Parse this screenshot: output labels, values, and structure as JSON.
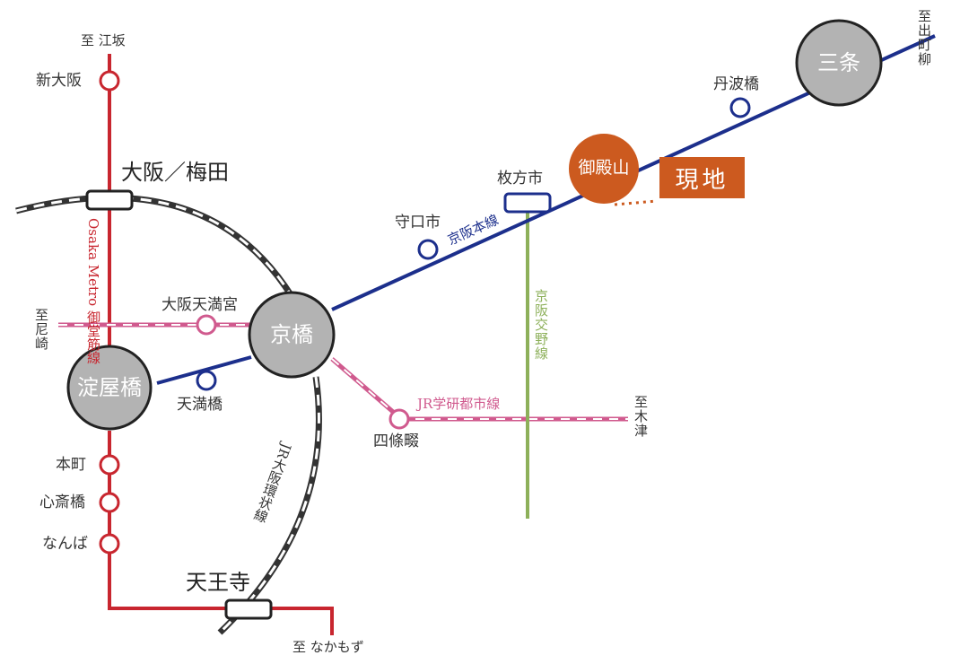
{
  "colors": {
    "midosuji": "#c8262f",
    "keihan_main": "#1c2f8c",
    "katano": "#8db05a",
    "gakkentoshi": "#d05a8e",
    "loop": "#333333",
    "hub_fill": "#b3b3b3",
    "current": "#cc5a1f"
  },
  "lines": {
    "keihan_main": "京阪本線",
    "katano": "京阪交野線",
    "midosuji": "Osaka Metro 御堂筋線",
    "gakkentoshi": "JR学研都市線",
    "loop": "JR大阪環状線"
  },
  "hubs": {
    "yodoyabashi": "淀屋橋",
    "kyobashi": "京橋",
    "sanjo": "三条",
    "gotenyama": "御殿山"
  },
  "stations": {
    "shin_osaka": "新大阪",
    "osaka_umeda": "大阪／梅田",
    "osaka_tenmangu": "大阪天満宮",
    "tenmabashi": "天満橋",
    "honmachi": "本町",
    "shinsaibashi": "心斎橋",
    "namba": "なんば",
    "tennoji": "天王寺",
    "moriguchi": "守口市",
    "hirakatashi": "枚方市",
    "tambabashi": "丹波橋",
    "shijonawate": "四條畷"
  },
  "destinations": {
    "esaka": "至 江坂",
    "amagasaki": "至尼崎",
    "kizu": "至木津",
    "demachiyanagi": "至出町柳",
    "nakamozu": "至 なかもず"
  },
  "current_location": "現地"
}
